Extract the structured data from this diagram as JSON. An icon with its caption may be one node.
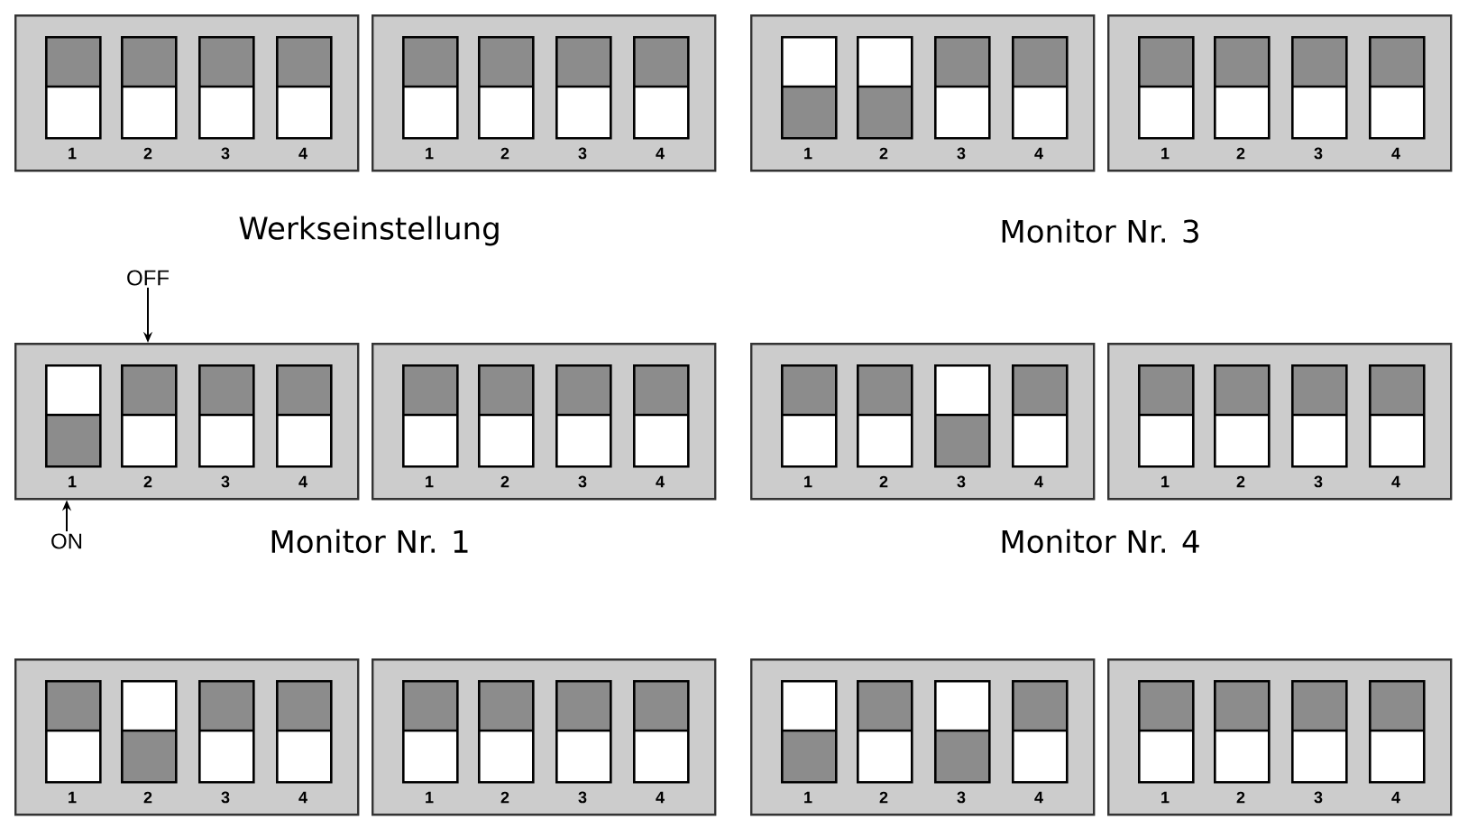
{
  "diagram": {
    "nodes": [
      {
        "text": [],
        "shape": "box"
      },
      {
        "text": [],
        "shape": "box",
        "in": 0,
        "beside": [
          "1"
        ]
      },
      {
        "text": [],
        "shape": "box",
        "in": 0,
        "beside": [
          "2"
        ]
      },
      {
        "text": [],
        "shape": "box",
        "in": 0,
        "beside": [
          "3"
        ]
      },
      {
        "text": [],
        "shape": "box",
        "in": 0,
        "beside": [
          "4"
        ]
      },
      {
        "text": [],
        "shape": "box"
      },
      {
        "text": [],
        "shape": "box",
        "in": 5,
        "beside": [
          "1"
        ]
      },
      {
        "text": [],
        "shape": "box",
        "in": 5,
        "beside": [
          "2"
        ]
      },
      {
        "text": [],
        "shape": "box",
        "in": 5,
        "beside": [
          "3"
        ]
      },
      {
        "text": [],
        "shape": "box",
        "in": 5,
        "beside": [
          "4"
        ]
      },
      {
        "text": [],
        "shape": "box"
      },
      {
        "text": [],
        "shape": "box",
        "in": 10,
        "beside": [
          "1"
        ]
      },
      {
        "text": [],
        "shape": "box",
        "in": 10,
        "beside": [
          "2"
        ]
      },
      {
        "text": [],
        "shape": "box",
        "in": 10,
        "beside": [
          "3"
        ]
      },
      {
        "text": [],
        "shape": "box",
        "in": 10,
        "beside": [
          "4"
        ]
      },
      {
        "text": [],
        "shape": "box"
      },
      {
        "text": [],
        "shape": "box",
        "in": 15,
        "beside": [
          "1"
        ]
      },
      {
        "text": [],
        "shape": "box",
        "in": 15,
        "beside": [
          "2"
        ]
      },
      {
        "text": [],
        "shape": "box",
        "in": 15,
        "beside": [
          "3"
        ]
      },
      {
        "text": [],
        "shape": "box",
        "in": 15,
        "beside": [
          "4"
        ]
      },
      {
        "text": [
          "OFF"
        ]
      },
      {
        "text": [],
        "shape": "box"
      },
      {
        "text": [],
        "shape": "box",
        "in": 21,
        "beside": [
          "1"
        ]
      },
      {
        "text": [],
        "shape": "box",
        "in": 21,
        "beside": [
          "2"
        ]
      },
      {
        "text": [],
        "shape": "box",
        "in": 21,
        "beside": [
          "3"
        ]
      },
      {
        "text": [],
        "shape": "box",
        "in": 21,
        "beside": [
          "4"
        ]
      },
      {
        "text": [],
        "shape": "box"
      },
      {
        "text": [],
        "shape": "box",
        "in": 26,
        "beside": [
          "1"
        ]
      },
      {
        "text": [],
        "shape": "box",
        "in": 26,
        "beside": [
          "2"
        ]
      },
      {
        "text": [],
        "shape": "box",
        "in": 26,
        "beside": [
          "3"
        ]
      },
      {
        "text": [],
        "shape": "box",
        "in": 26,
        "beside": [
          "4"
        ]
      },
      {
        "text": [],
        "shape": "box"
      },
      {
        "text": [],
        "shape": "box",
        "in": 31,
        "beside": [
          "1"
        ]
      },
      {
        "text": [],
        "shape": "box",
        "in": 31,
        "beside": [
          "2"
        ]
      },
      {
        "text": [],
        "shape": "box",
        "in": 31,
        "beside": [
          "3"
        ]
      },
      {
        "text": [],
        "shape": "box",
        "in": 31,
        "beside": [
          "4"
        ]
      },
      {
        "text": [],
        "shape": "box"
      },
      {
        "text": [],
        "shape": "box",
        "in": 36,
        "beside": [
          "1"
        ]
      },
      {
        "text": [],
        "shape": "box",
        "in": 36,
        "beside": [
          "2"
        ]
      },
      {
        "text": [],
        "shape": "box",
        "in": 36,
        "beside": [
          "3"
        ]
      },
      {
        "text": [],
        "shape": "box",
        "in": 36,
        "beside": [
          "4"
        ]
      },
      {
        "text": [
          "ON"
        ]
      },
      {
        "text": [],
        "shape": "box"
      },
      {
        "text": [],
        "shape": "box",
        "in": 42,
        "beside": [
          "1"
        ]
      },
      {
        "text": [],
        "shape": "box",
        "in": 42,
        "beside": [
          "2"
        ]
      },
      {
        "text": [],
        "shape": "box",
        "in": 42,
        "beside": [
          "3"
        ]
      },
      {
        "text": [],
        "shape": "box",
        "in": 42,
        "beside": [
          "4"
        ]
      },
      {
        "text": [],
        "shape": "box"
      },
      {
        "text": [],
        "shape": "box",
        "in": 47,
        "beside": [
          "1"
        ]
      },
      {
        "text": [],
        "shape": "box",
        "in": 47,
        "beside": [
          "2"
        ]
      },
      {
        "text": [],
        "shape": "box",
        "in": 47,
        "beside": [
          "3"
        ]
      },
      {
        "text": [],
        "shape": "box",
        "in": 47,
        "beside": [
          "4"
        ]
      },
      {
        "text": [],
        "shape": "box"
      },
      {
        "text": [],
        "shape": "box",
        "in": 52,
        "beside": [
          "1"
        ]
      },
      {
        "text": [],
        "shape": "box",
        "in": 52,
        "beside": [
          "2"
        ]
      },
      {
        "text": [],
        "shape": "box",
        "in": 52,
        "beside": [
          "3"
        ]
      },
      {
        "text": [],
        "shape": "box",
        "in": 52,
        "beside": [
          "4"
        ]
      },
      {
        "text": [],
        "shape": "box"
      },
      {
        "text": [],
        "shape": "box",
        "in": 57,
        "beside": [
          "1"
        ]
      },
      {
        "text": [],
        "shape": "box",
        "in": 57,
        "beside": [
          "2"
        ]
      },
      {
        "text": [],
        "shape": "box",
        "in": 57,
        "beside": [
          "3"
        ]
      },
      {
        "text": [],
        "shape": "box",
        "in": 57,
        "beside": [
          "4"
        ]
      }
    ],
    "edges": [
      {
        "from": 20,
        "to": 21,
        "arrow": "to"
      },
      {
        "from": 41,
        "to": 21,
        "arrow": "to"
      }
    ],
    "labels": [
      "Werkseinstellung",
      "Monitor Nr. 3",
      "Monitor Nr. 1",
      "Monitor Nr. 4"
    ]
  }
}
